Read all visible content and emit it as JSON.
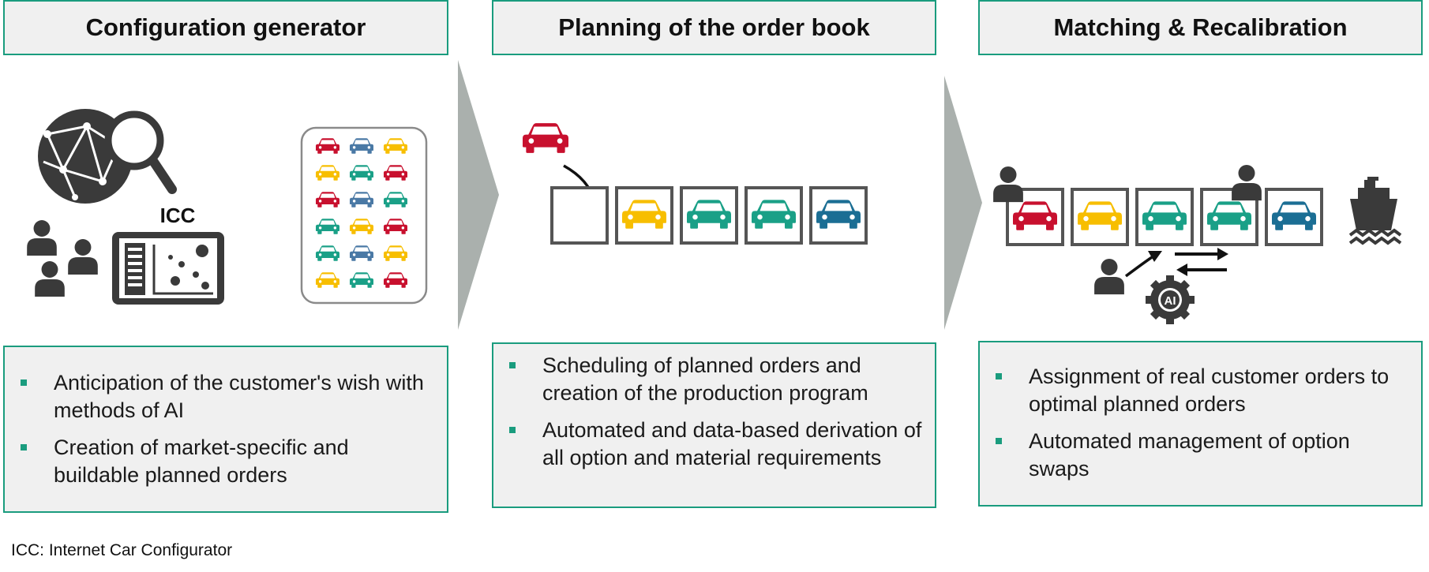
{
  "columns": [
    {
      "title": "Configuration generator",
      "bullets": [
        "Anticipation of the customer's wish with methods of AI",
        "Creation of market-specific and buildable planned orders"
      ],
      "icon_label": "ICC"
    },
    {
      "title": "Planning of the order book",
      "bullets": [
        "Scheduling of planned orders and creation of the production program",
        "Automated and data-based derivation of all option and material requirements"
      ]
    },
    {
      "title": "Matching & Recalibration",
      "bullets": [
        "Assignment of real customer orders to optimal planned orders",
        "Automated management of option swaps"
      ],
      "ai_label": "AI"
    }
  ],
  "footnote": "ICC: Internet Car Configurator",
  "colors": {
    "accent_green": "#1a9c7e",
    "header_bg": "#f0f0f0",
    "chevron_gray": "#aab0ad",
    "icon_dark": "#3a3a3a",
    "car_red": "#c8102e",
    "car_yellow": "#f7be00",
    "car_green": "#1aa087",
    "car_blue": "#1b6e94",
    "car_steel": "#4a79a5"
  },
  "icons": [
    "globe-network-icon",
    "magnifier-icon",
    "people-icon",
    "dashboard-icon",
    "car-icon",
    "ship-icon",
    "ai-gear-icon",
    "person-icon",
    "arrow-icon",
    "swap-arrows-icon"
  ],
  "car_grid": [
    [
      "red",
      "steel",
      "yellow"
    ],
    [
      "yellow",
      "green",
      "red"
    ],
    [
      "red",
      "steel",
      "green"
    ],
    [
      "green",
      "yellow",
      "red"
    ],
    [
      "green",
      "steel",
      "yellow"
    ],
    [
      "yellow",
      "green",
      "red"
    ]
  ],
  "planning_slots": [
    "empty",
    "yellow",
    "green",
    "green",
    "blue"
  ],
  "matching_slots": [
    "red",
    "yellow",
    "green",
    "green",
    "blue"
  ]
}
